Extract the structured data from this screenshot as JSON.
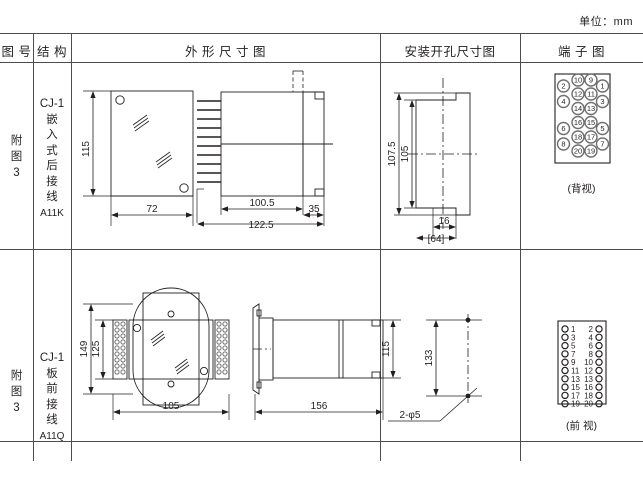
{
  "unit_note": "单位：mm",
  "header": {
    "col1": "图 号",
    "col2": "结 构",
    "col3": "外 形 尺 寸 图",
    "col4": "安装开孔尺寸图",
    "col5": "端 子 图"
  },
  "rows": [
    {
      "fig_no": [
        "附",
        "图",
        "3"
      ],
      "structure": {
        "model": "CJ-1",
        "chars": [
          "嵌",
          "入",
          "式",
          "后",
          "接",
          "线"
        ],
        "code": "A11K"
      },
      "outline_dims": {
        "height": "115",
        "front_width": "72",
        "body_depth": "100.5",
        "total_depth": "122.5",
        "flange_depth": "35"
      },
      "mounting_dims": {
        "outer_height": "107.5",
        "inner_height": "105",
        "notch_width": "16",
        "bracket_width": "[64]"
      },
      "terminal": {
        "caption": "(背视)",
        "layout": [
          {
            "col": "left",
            "labels": [
              "2",
              "4",
              "6",
              "8"
            ]
          },
          {
            "col": "mid1",
            "labels": [
              "10",
              "12",
              "14",
              "16",
              "18",
              "20"
            ]
          },
          {
            "col": "mid2",
            "labels": [
              "9",
              "11",
              "13",
              "15",
              "17",
              "19"
            ]
          },
          {
            "col": "right",
            "labels": [
              "1",
              "3",
              "5",
              "7"
            ]
          }
        ],
        "numbers": [
          "10",
          "9",
          "2",
          "12",
          "11",
          "1",
          "4",
          "14",
          "13",
          "3",
          "6",
          "16",
          "15",
          "5",
          "8",
          "18",
          "17",
          "7",
          "20",
          "19"
        ]
      }
    },
    {
      "fig_no": [
        "附",
        "图",
        "3"
      ],
      "structure": {
        "model": "CJ-1",
        "chars": [
          "板",
          "前",
          "接",
          "线"
        ],
        "code": "A11Q"
      },
      "outline_dims": {
        "outer_height": "149",
        "inner_height": "125",
        "width": "105",
        "depth": "156",
        "side_height": "115"
      },
      "mounting_dims": {
        "hole_spacing": "133",
        "hole_spec": "2-φ5"
      },
      "terminal": {
        "caption": "(前 视)",
        "pairs": [
          [
            "1",
            "2"
          ],
          [
            "3",
            "4"
          ],
          [
            "5",
            "6"
          ],
          [
            "7",
            "8"
          ],
          [
            "9",
            "10"
          ],
          [
            "11",
            "12"
          ],
          [
            "13",
            "13"
          ],
          [
            "15",
            "16"
          ],
          [
            "17",
            "18"
          ],
          [
            "19",
            "20"
          ]
        ]
      }
    }
  ],
  "colors": {
    "line": "#4d4d4d",
    "draw": "#231f20",
    "text": "#231f20",
    "background": "#ffffff"
  }
}
